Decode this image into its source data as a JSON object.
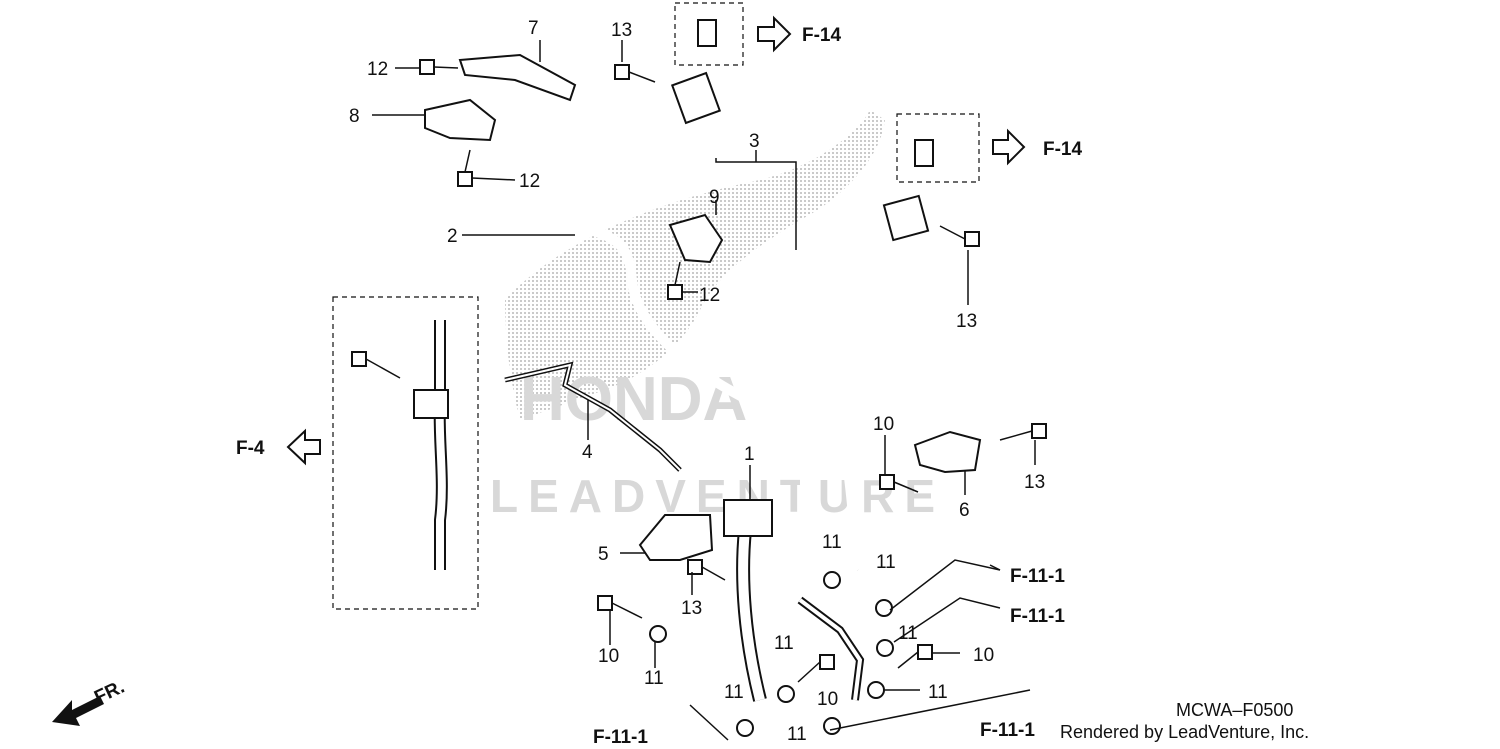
{
  "callouts": {
    "c1": "1",
    "c2": "2",
    "c3": "3",
    "c4": "4",
    "c5": "5",
    "c6": "6",
    "c7": "7",
    "c8": "8",
    "c9": "9",
    "c10a": "10",
    "c10b": "10",
    "c10c": "10",
    "c10d": "10",
    "c11a": "11",
    "c11b": "11",
    "c11c": "11",
    "c11d": "11",
    "c11e": "11",
    "c11f": "11",
    "c11g": "11",
    "c11h": "11",
    "c12a": "12",
    "c12b": "12",
    "c12c": "12",
    "c13a": "13",
    "c13b": "13",
    "c13c": "13",
    "c13d": "13"
  },
  "refs": {
    "f14a": "F-14",
    "f14b": "F-14",
    "f4": "F-4",
    "f111a": "F-11-1",
    "f111b": "F-11-1",
    "f111c": "F-11-1",
    "f111d": "F-11-1"
  },
  "footer": {
    "code": "MCWA–F0500",
    "credit": "Rendered by LeadVenture, Inc."
  },
  "watermark": {
    "brand": "HONDA",
    "company": "LEADVENTURE"
  },
  "direction": {
    "label": "FR."
  }
}
